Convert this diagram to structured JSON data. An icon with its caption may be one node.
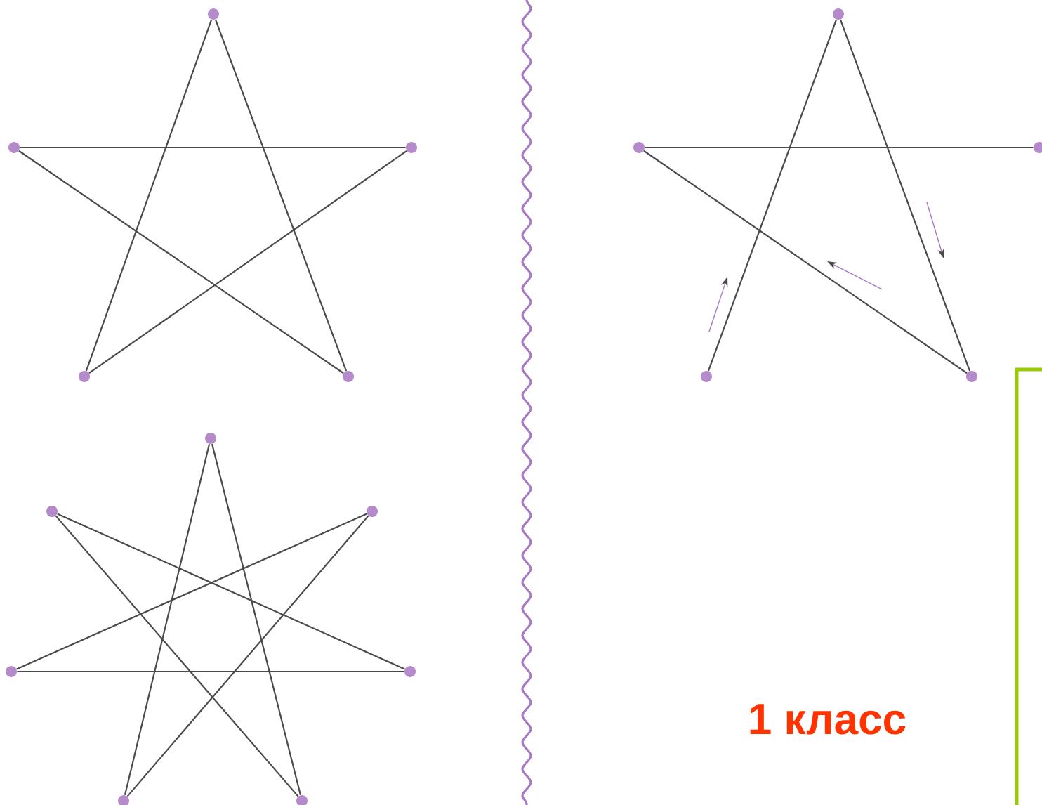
{
  "diagram": {
    "nodes": [
      {
        "text": [],
        "shape": "circle"
      },
      {
        "text": [],
        "shape": "circle"
      },
      {
        "text": [],
        "shape": "circle"
      },
      {
        "text": [],
        "shape": "circle"
      },
      {
        "text": [],
        "shape": "circle"
      },
      {
        "text": [],
        "shape": "circle"
      },
      {
        "text": [],
        "shape": "circle"
      },
      {
        "text": [],
        "shape": "circle"
      },
      {
        "text": [],
        "shape": "circle"
      },
      {
        "text": [],
        "shape": "circle"
      },
      {
        "text": [],
        "shape": "circle"
      },
      {
        "text": [],
        "shape": "circle"
      },
      {
        "text": [],
        "shape": "circle"
      },
      {
        "text": [],
        "shape": "circle"
      },
      {
        "text": [],
        "shape": "circle"
      },
      {
        "text": [],
        "shape": "circle"
      },
      {
        "text": [],
        "shape": "circle"
      }
    ],
    "edges": [
      {
        "from": 0,
        "to": 3,
        "arrow": "none"
      },
      {
        "from": 0,
        "to": 4,
        "arrow": "none"
      },
      {
        "from": 1,
        "to": 2,
        "arrow": "none"
      },
      {
        "from": 1,
        "to": 4,
        "arrow": "none"
      },
      {
        "from": 2,
        "to": 3,
        "arrow": "none"
      },
      {
        "from": 5,
        "to": 10,
        "arrow": "none"
      },
      {
        "from": 5,
        "to": 11,
        "arrow": "none"
      },
      {
        "from": 6,
        "to": 9,
        "arrow": "none"
      },
      {
        "from": 6,
        "to": 11,
        "arrow": "none"
      },
      {
        "from": 7,
        "to": 8,
        "arrow": "none"
      },
      {
        "from": 7,
        "to": 10,
        "arrow": "none"
      },
      {
        "from": 8,
        "to": 9,
        "arrow": "none"
      },
      {
        "from": 13,
        "to": 14,
        "arrow": "none"
      },
      {
        "from": 12,
        "to": 15,
        "arrow": "none"
      },
      {
        "from": 12,
        "to": 16,
        "arrow": "none"
      },
      {
        "from": 13,
        "to": 16,
        "arrow": "none"
      }
    ],
    "labels": [
      "1 класс"
    ]
  }
}
